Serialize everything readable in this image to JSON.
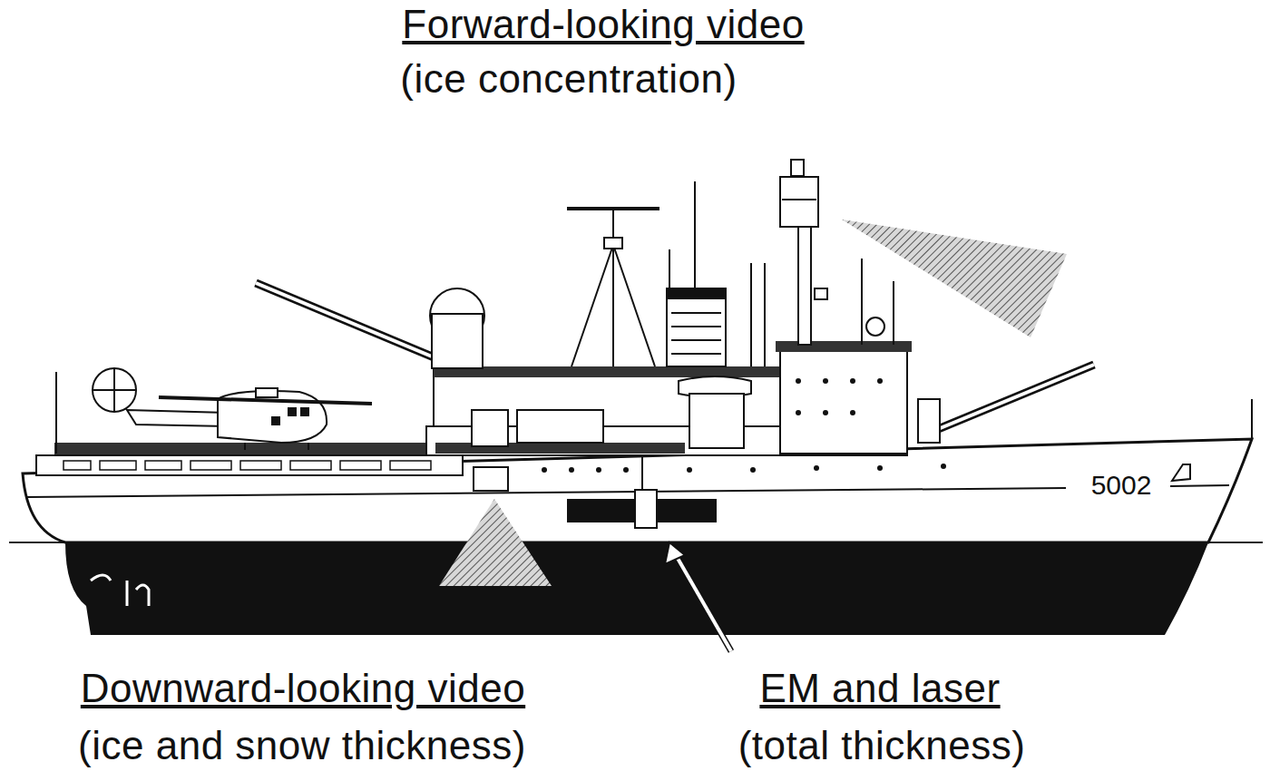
{
  "diagram": {
    "labels": [
      "Forward-looking video",
      "(ice concentration)",
      "Downward-looking video",
      "(ice and snow thickness)",
      "EM and laser",
      "(total thickness)",
      "5002"
    ]
  }
}
